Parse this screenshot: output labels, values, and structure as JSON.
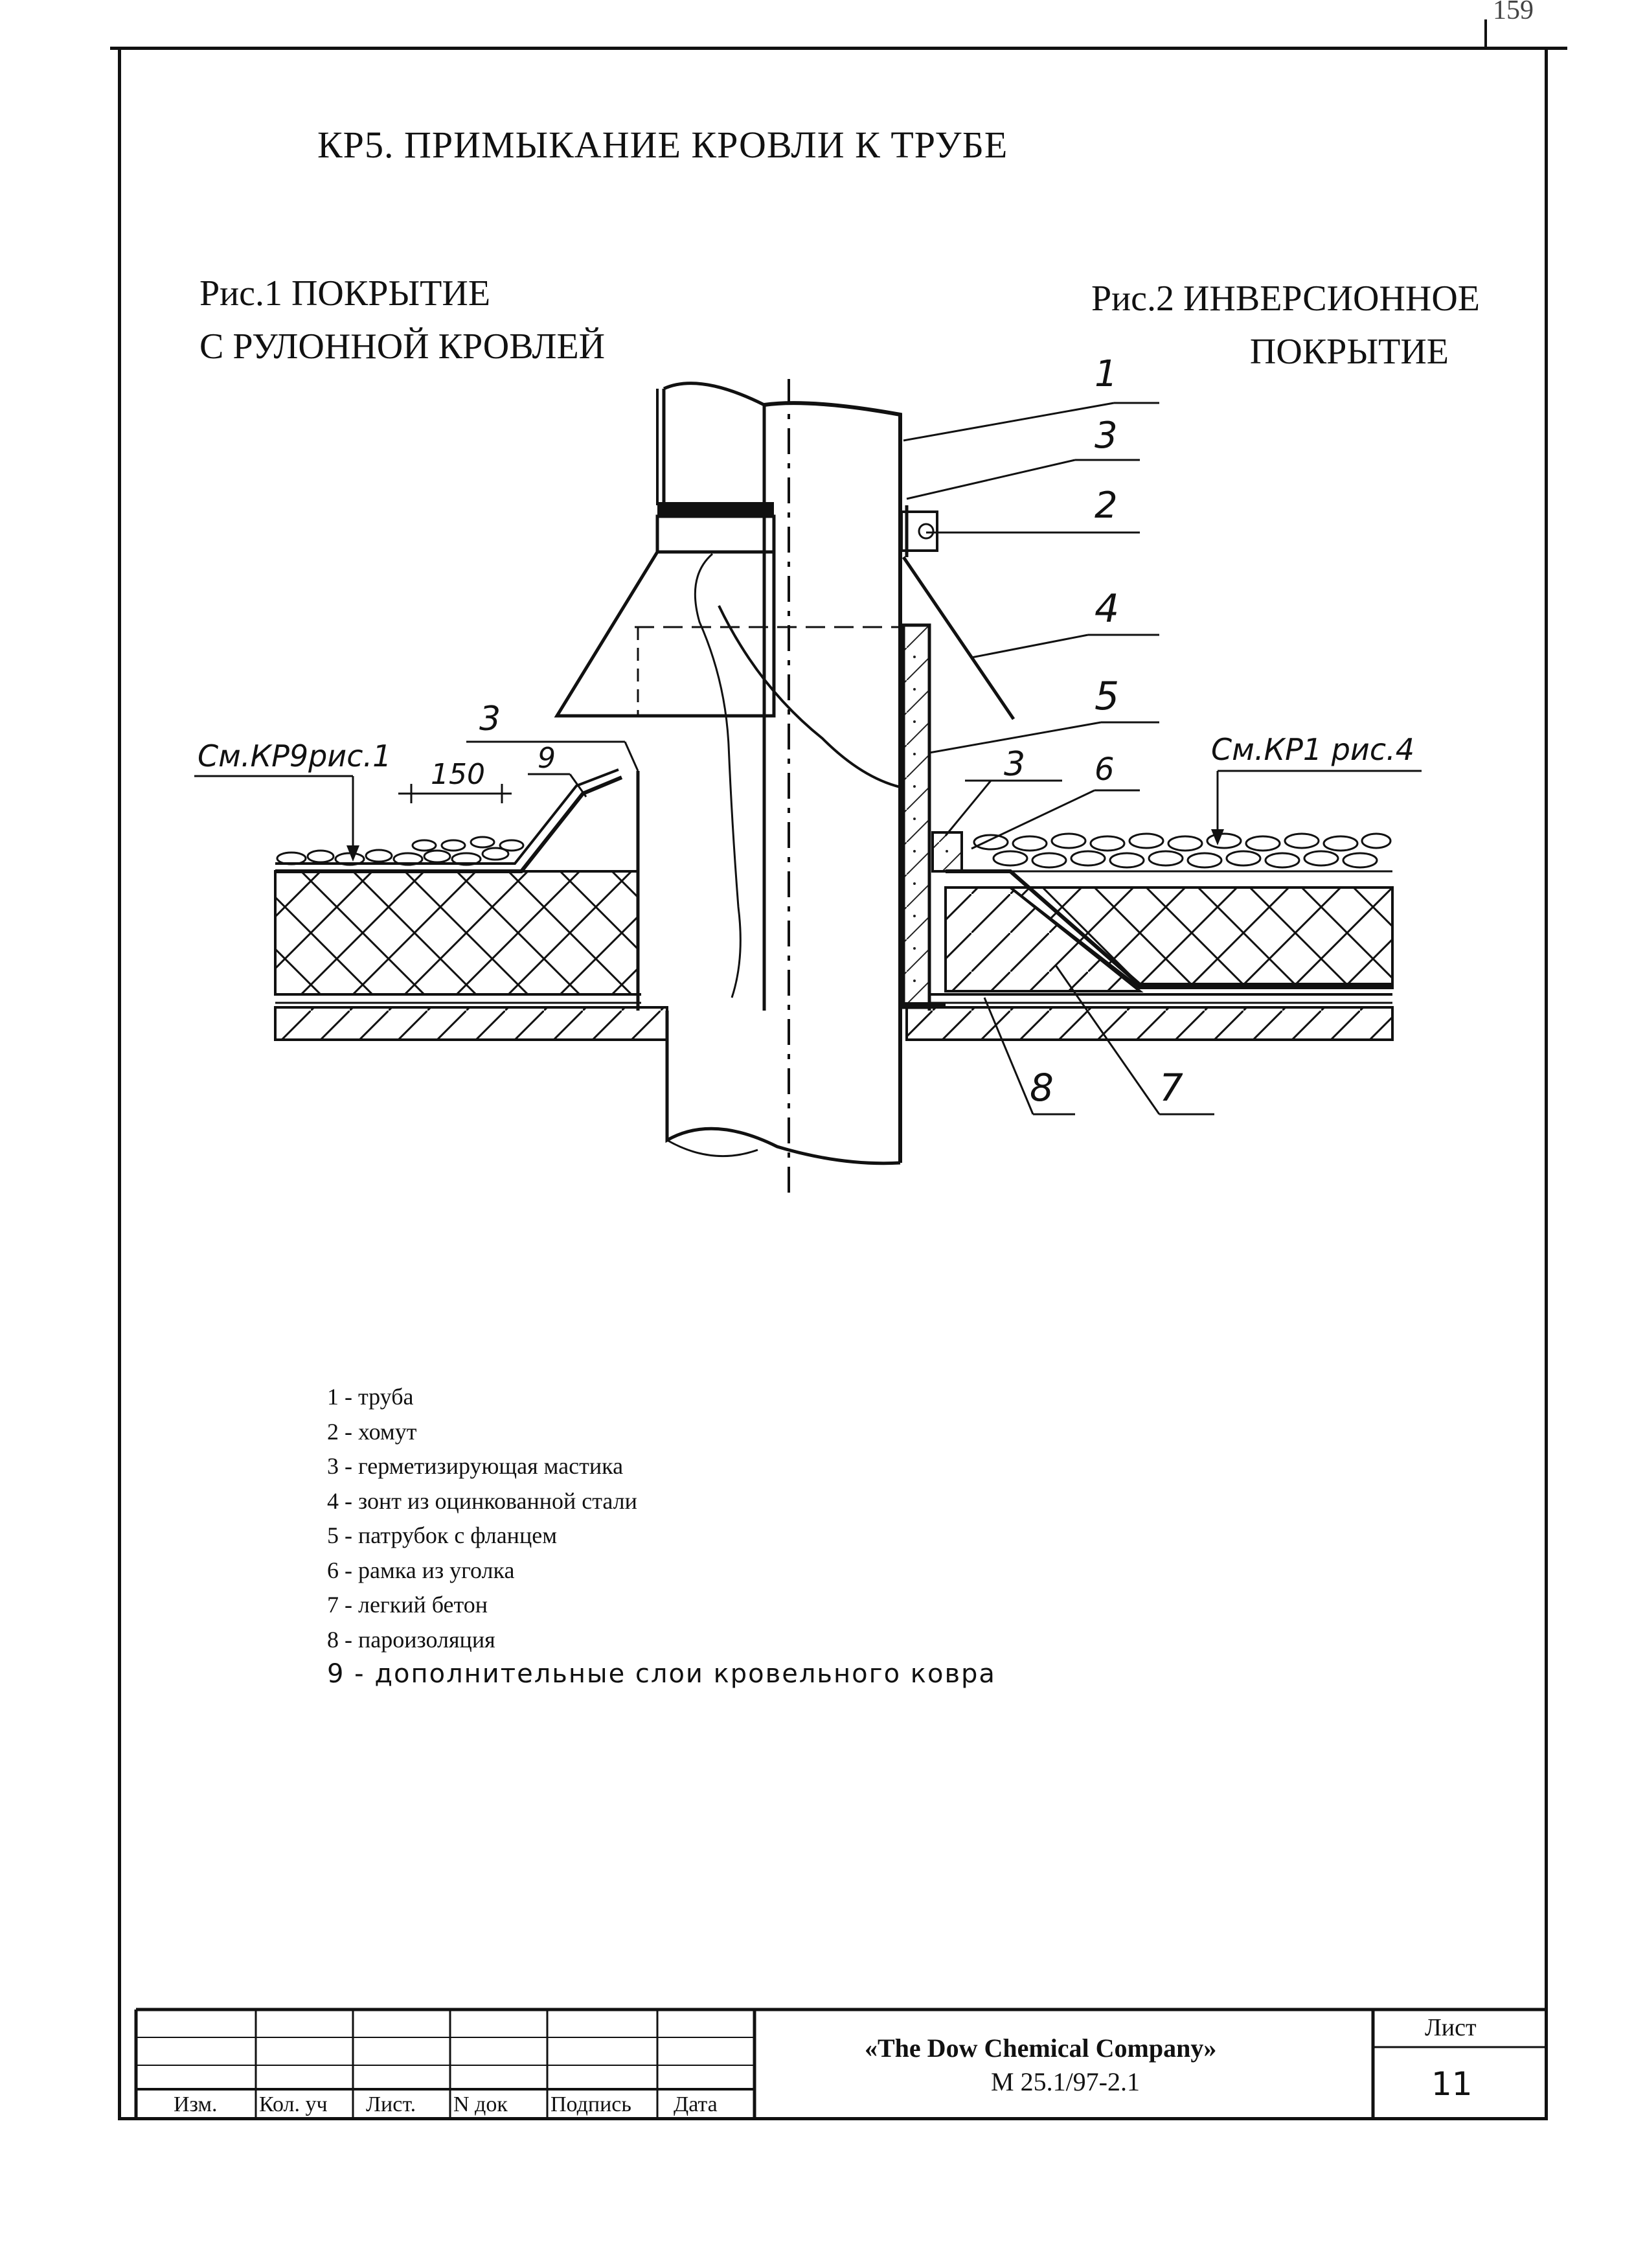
{
  "sheet_title": "КР5. ПРИМЫКАНИЕ КРОВЛИ К ТРУБЕ",
  "figure1": {
    "line1": "Рис.1 ПОКРЫТИЕ",
    "line2": "С РУЛОННОЙ КРОВЛЕЙ"
  },
  "figure2": {
    "line1": "Рис.2 ИНВЕРСИОННОЕ",
    "line2": "ПОКРЫТИЕ"
  },
  "references": {
    "left": "См.КР9рис.1",
    "right": "См.КР1 рис.4",
    "dimension": "150"
  },
  "callouts": {
    "c1": "1",
    "c3a": "3",
    "c2": "2",
    "c4": "4",
    "c5": "5",
    "c3b": "3",
    "c6": "6",
    "c3c": "3",
    "c9": "9",
    "c8": "8",
    "c7": "7"
  },
  "legend": [
    "1 - труба",
    "2 - хомут",
    "3 - герметизирующая мастика",
    "4 - зонт из оцинкованной стали",
    "5 - патрубок с фланцем",
    "6 - рамка из уголка",
    "7 - легкий бетон",
    "8 - пароизоляция",
    "9 - дополнительные слои кровельного ковра"
  ],
  "title_block": {
    "columns": [
      "Изм.",
      "Кол. уч",
      "Лист.",
      "N док",
      "Подпись",
      "Дата"
    ],
    "company": "«The Dow Chemical Company»",
    "doc_code": "М 25.1/97-2.1",
    "sheet_label": "Лист",
    "sheet_number": "11"
  },
  "page_corner_number": "159"
}
